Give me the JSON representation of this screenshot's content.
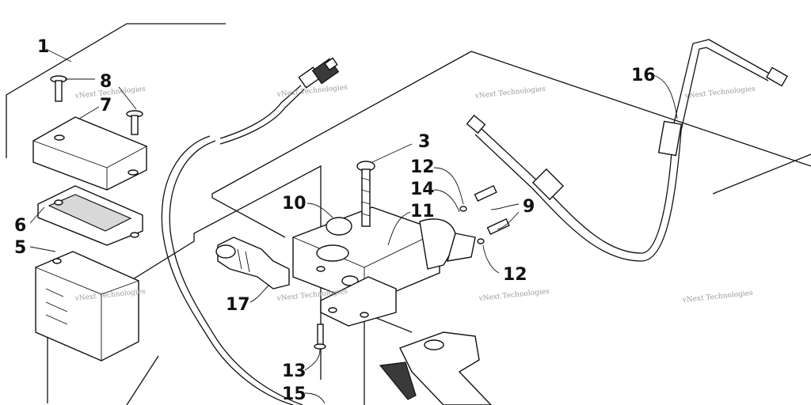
{
  "diagram": {
    "callouts": [
      {
        "id": "c1",
        "label": "1"
      },
      {
        "id": "c3",
        "label": "3"
      },
      {
        "id": "c5",
        "label": "5"
      },
      {
        "id": "c6",
        "label": "6"
      },
      {
        "id": "c7",
        "label": "7"
      },
      {
        "id": "c8",
        "label": "8"
      },
      {
        "id": "c9",
        "label": "9"
      },
      {
        "id": "c10",
        "label": "10"
      },
      {
        "id": "c11",
        "label": "11"
      },
      {
        "id": "c12a",
        "label": "12"
      },
      {
        "id": "c12b",
        "label": "12"
      },
      {
        "id": "c13",
        "label": "13"
      },
      {
        "id": "c14",
        "label": "14"
      },
      {
        "id": "c15",
        "label": "15"
      },
      {
        "id": "c16",
        "label": "16"
      },
      {
        "id": "c17",
        "label": "17"
      }
    ],
    "watermark": "vNext Technologies",
    "colors": {
      "line": "#111111",
      "watermark": "#9a9a9a",
      "background": "#ffffff"
    }
  }
}
